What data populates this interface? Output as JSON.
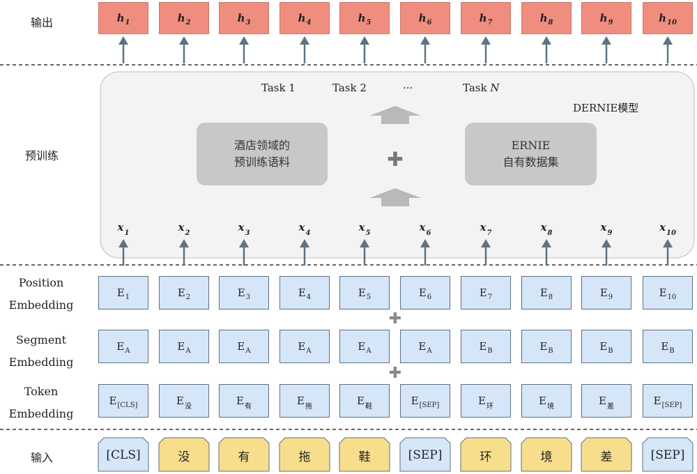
{
  "labels": {
    "output": "输出",
    "pretrain": "预训练",
    "position_1": "Position",
    "position_2": "Embedding",
    "segment_1": "Segment",
    "segment_2": "Embedding",
    "token_1": "Token",
    "token_2": "Embedding",
    "input": "输入"
  },
  "outputs": [
    {
      "main": "h",
      "sub": "1"
    },
    {
      "main": "h",
      "sub": "2"
    },
    {
      "main": "h",
      "sub": "3"
    },
    {
      "main": "h",
      "sub": "4"
    },
    {
      "main": "h",
      "sub": "5"
    },
    {
      "main": "h",
      "sub": "6"
    },
    {
      "main": "h",
      "sub": "7"
    },
    {
      "main": "h",
      "sub": "8"
    },
    {
      "main": "h",
      "sub": "9"
    },
    {
      "main": "h",
      "sub": "10"
    }
  ],
  "model": {
    "name": "DERNIE模型",
    "tasks": [
      "Task 1",
      "Task 2",
      "···",
      "Task N"
    ],
    "corpus_line1": "酒店领域的",
    "corpus_line2": "预训练语料",
    "ernie_line1": "ERNIE",
    "ernie_line2": "自有数据集",
    "plus": "✚"
  },
  "x_labels": [
    {
      "main": "x",
      "sub": "1"
    },
    {
      "main": "x",
      "sub": "2"
    },
    {
      "main": "x",
      "sub": "3"
    },
    {
      "main": "x",
      "sub": "4"
    },
    {
      "main": "x",
      "sub": "5"
    },
    {
      "main": "x",
      "sub": "6"
    },
    {
      "main": "x",
      "sub": "7"
    },
    {
      "main": "x",
      "sub": "8"
    },
    {
      "main": "x",
      "sub": "9"
    },
    {
      "main": "x",
      "sub": "10"
    }
  ],
  "position_embeddings": [
    {
      "main": "E",
      "sub": "1"
    },
    {
      "main": "E",
      "sub": "2"
    },
    {
      "main": "E",
      "sub": "3"
    },
    {
      "main": "E",
      "sub": "4"
    },
    {
      "main": "E",
      "sub": "5"
    },
    {
      "main": "E",
      "sub": "6"
    },
    {
      "main": "E",
      "sub": "7"
    },
    {
      "main": "E",
      "sub": "8"
    },
    {
      "main": "E",
      "sub": "9"
    },
    {
      "main": "E",
      "sub": "10"
    }
  ],
  "segment_embeddings": [
    {
      "main": "E",
      "sub": "A"
    },
    {
      "main": "E",
      "sub": "A"
    },
    {
      "main": "E",
      "sub": "A"
    },
    {
      "main": "E",
      "sub": "A"
    },
    {
      "main": "E",
      "sub": "A"
    },
    {
      "main": "E",
      "sub": "A"
    },
    {
      "main": "E",
      "sub": "B"
    },
    {
      "main": "E",
      "sub": "B"
    },
    {
      "main": "E",
      "sub": "B"
    },
    {
      "main": "E",
      "sub": "B"
    }
  ],
  "token_embeddings": [
    {
      "main": "E",
      "sub": "[CLS]"
    },
    {
      "main": "E",
      "sub": "没"
    },
    {
      "main": "E",
      "sub": "有"
    },
    {
      "main": "E",
      "sub": "拖"
    },
    {
      "main": "E",
      "sub": "鞋"
    },
    {
      "main": "E",
      "sub": "[SEP]"
    },
    {
      "main": "E",
      "sub": "环"
    },
    {
      "main": "E",
      "sub": "境"
    },
    {
      "main": "E",
      "sub": "差"
    },
    {
      "main": "E",
      "sub": "[SEP]"
    }
  ],
  "plus_symbol": "✚",
  "inputs": [
    {
      "text": "[CLS]",
      "kind": "special"
    },
    {
      "text": "没",
      "kind": "word"
    },
    {
      "text": "有",
      "kind": "word"
    },
    {
      "text": "拖",
      "kind": "word"
    },
    {
      "text": "鞋",
      "kind": "word"
    },
    {
      "text": "[SEP]",
      "kind": "special"
    },
    {
      "text": "环",
      "kind": "word"
    },
    {
      "text": "境",
      "kind": "word"
    },
    {
      "text": "差",
      "kind": "word"
    },
    {
      "text": "[SEP]",
      "kind": "special"
    }
  ],
  "colors": {
    "output_fill": "#ef8e7f",
    "embedding_fill": "#d5e6f8",
    "special_token_fill": "#d5e6f8",
    "word_token_fill": "#f7de8c",
    "arrow": "#5e7380",
    "model_panel": "#f3f3f3",
    "inner_box": "#c8c8c8"
  }
}
